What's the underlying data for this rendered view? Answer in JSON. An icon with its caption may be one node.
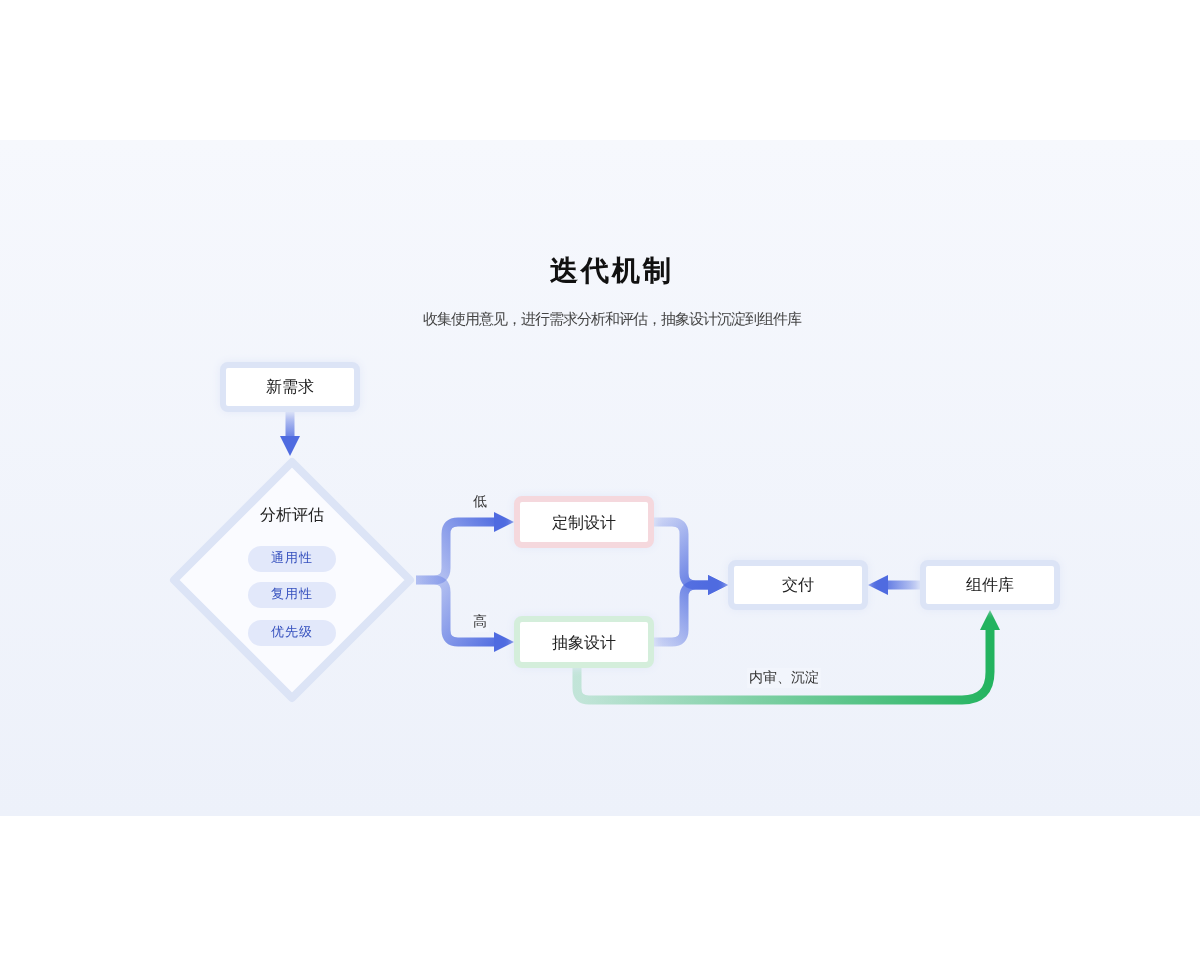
{
  "diagram": {
    "title": "迭代机制",
    "caption": "收集使用意见，进行需求分析和评估，抽象设计沉淀到组件库",
    "nodes": [
      {
        "text": [
          "新需求"
        ]
      },
      {
        "text": [
          "分析评估"
        ]
      },
      {
        "text": [
          "通用性"
        ],
        "in": 1
      },
      {
        "text": [
          "复用性"
        ],
        "in": 1
      },
      {
        "text": [
          "优先级"
        ],
        "in": 1
      },
      {
        "text": [
          "定制设计"
        ]
      },
      {
        "text": [
          "抽象设计"
        ]
      },
      {
        "text": [
          "交付"
        ]
      },
      {
        "text": [
          "组件库"
        ]
      }
    ],
    "edges": [
      {
        "from": 0,
        "to": 1,
        "arrow": "to"
      },
      {
        "from": 1,
        "to": 5,
        "arrow": "to",
        "label": "低"
      },
      {
        "from": 1,
        "to": 6,
        "arrow": "to",
        "label": "高"
      },
      {
        "from": 5,
        "to": 7,
        "arrow": "to"
      },
      {
        "from": 6,
        "to": 7,
        "arrow": "to"
      },
      {
        "from": 8,
        "to": 7,
        "arrow": "to"
      },
      {
        "from": 6,
        "to": 8,
        "arrow": "to",
        "label": "内审、沉淀",
        "color": "#22b35e"
      }
    ]
  }
}
